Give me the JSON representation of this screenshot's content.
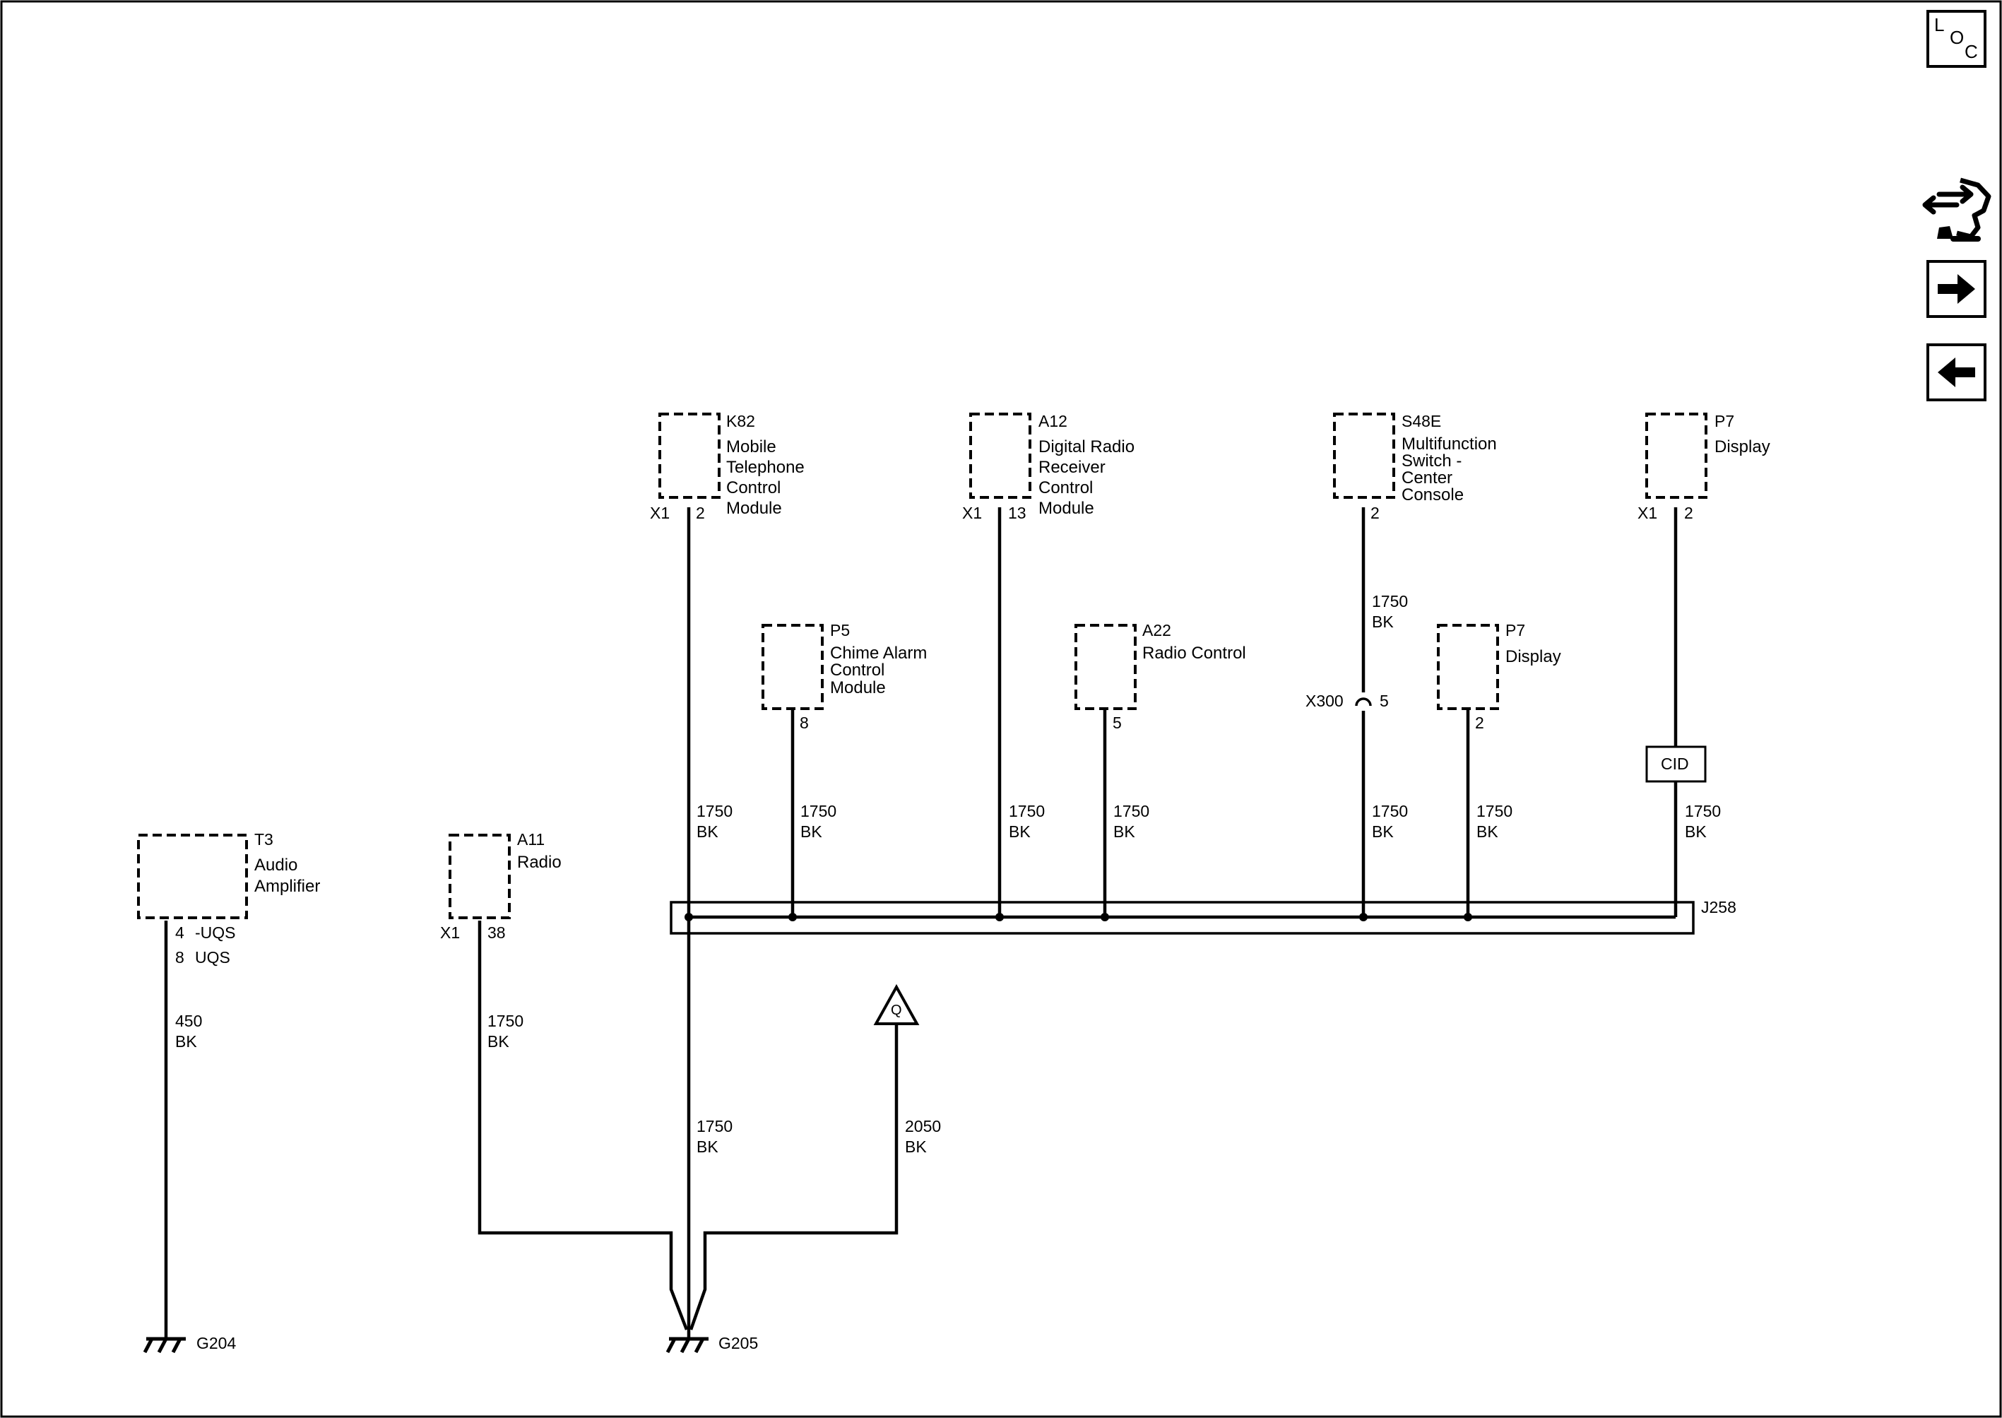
{
  "components": [
    {
      "id": "t3",
      "ref": "T3",
      "name": [
        "Audio",
        "Amplifier"
      ],
      "conn": "",
      "pins": [
        "4",
        "8"
      ],
      "pin_notes": [
        "-UQS",
        "UQS"
      ]
    },
    {
      "id": "a11",
      "ref": "A11",
      "name": [
        "Radio"
      ],
      "conn": "X1",
      "pins": [
        "38"
      ]
    },
    {
      "id": "k82",
      "ref": "K82",
      "name": [
        "Mobile",
        "Telephone",
        "Control",
        "Module"
      ],
      "conn": "X1",
      "pins": [
        "2"
      ]
    },
    {
      "id": "p5",
      "ref": "P5",
      "name": [
        "Chime Alarm",
        "Control",
        "Module"
      ],
      "conn": "",
      "pins": [
        "8"
      ]
    },
    {
      "id": "a12",
      "ref": "A12",
      "name": [
        "Digital Radio",
        "Receiver",
        "Control",
        "Module"
      ],
      "conn": "X1",
      "pins": [
        "13"
      ]
    },
    {
      "id": "a22",
      "ref": "A22",
      "name": [
        "Radio Control"
      ],
      "conn": "",
      "pins": [
        "5"
      ]
    },
    {
      "id": "s48e",
      "ref": "S48E",
      "name": [
        "Multifunction",
        "Switch -",
        "Center",
        "Console"
      ],
      "conn": "",
      "pins": [
        "2"
      ]
    },
    {
      "id": "p7a",
      "ref": "P7",
      "name": [
        "Display"
      ],
      "conn": "",
      "pins": [
        "2"
      ]
    },
    {
      "id": "p7b",
      "ref": "P7",
      "name": [
        "Display"
      ],
      "conn": "X1",
      "pins": [
        "2"
      ]
    }
  ],
  "wire_labels": {
    "t3": [
      "450",
      "BK"
    ],
    "a11": [
      "1750",
      "BK"
    ],
    "k82_upper": [
      "1750",
      "BK"
    ],
    "k82_lower": [
      "1750",
      "BK"
    ],
    "p5": [
      "1750",
      "BK"
    ],
    "a12": [
      "1750",
      "BK"
    ],
    "a22": [
      "1750",
      "BK"
    ],
    "s48e_upper": [
      "1750",
      "BK"
    ],
    "s48e_lower": [
      "1750",
      "BK"
    ],
    "p7a": [
      "1750",
      "BK"
    ],
    "p7b": [
      "1750",
      "BK"
    ],
    "q": [
      "2050",
      "BK"
    ]
  },
  "inline_connector": {
    "ref": "X300",
    "pin": "5"
  },
  "cid_label": "CID",
  "splice_label": "J258",
  "grounds": [
    "G204",
    "G205"
  ],
  "q_label": "Q",
  "nav": {
    "loc": {
      "l": "L",
      "o": "O",
      "c": "C"
    },
    "icons": [
      "wiring-harness-icon",
      "next-arrow-icon",
      "previous-arrow-icon"
    ]
  }
}
